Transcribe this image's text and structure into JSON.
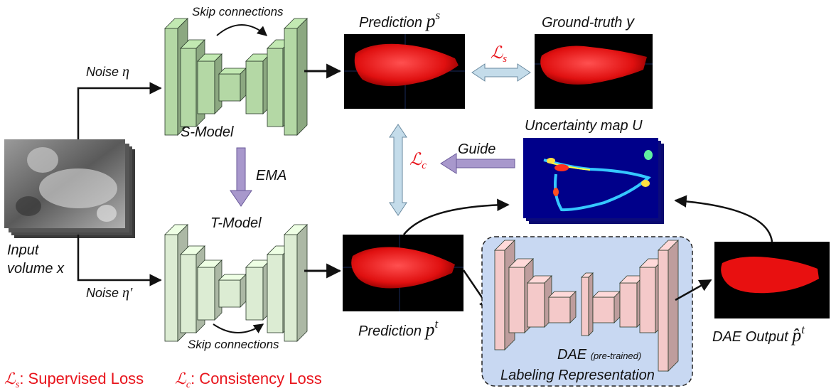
{
  "labels": {
    "skip_top": "Skip connections",
    "skip_bottom": "Skip connections",
    "noise_top": "Noise",
    "noise_top_sym": "η",
    "noise_bottom": "Noise",
    "noise_bottom_sym": "η′",
    "s_model": "S-Model",
    "t_model": "T-Model",
    "ema": "EMA",
    "input_line1": "Input",
    "input_line2": "volume x",
    "pred_s": "Prediction",
    "pred_s_sym": "p",
    "pred_s_sup": "s",
    "pred_t": "Prediction",
    "pred_t_sym": "p",
    "pred_t_sup": "t",
    "ground_truth": "Ground-truth",
    "ground_truth_sym": "y",
    "loss_s_sym": "ℒ",
    "loss_s_sub": "s",
    "loss_c_sym": "ℒ",
    "loss_c_sub": "c",
    "uncertainty": "Uncertainty map U",
    "guide": "Guide",
    "dae": "DAE",
    "dae_pretrained": "(pre-trained)",
    "labeling": "Labeling Representation",
    "dae_output": "DAE Output",
    "dae_output_sym": "p̂",
    "dae_output_sup": "t"
  },
  "legend": {
    "sup_sym": "ℒ",
    "sup_sub": "s",
    "sup_text": ": Supervised Loss",
    "con_sym": "ℒ",
    "con_sub": "c",
    "con_text": ": Consistency Loss"
  },
  "colors": {
    "s_model_fill": "#b4d8a5",
    "t_model_fill": "#dcecd3",
    "dae_fill": "#f4c9c9",
    "dae_box": "#c8d8f2",
    "ema_arrow": "#a898cc",
    "loss_arrow": "#c4dcea",
    "loss_text": "#e8141c"
  }
}
